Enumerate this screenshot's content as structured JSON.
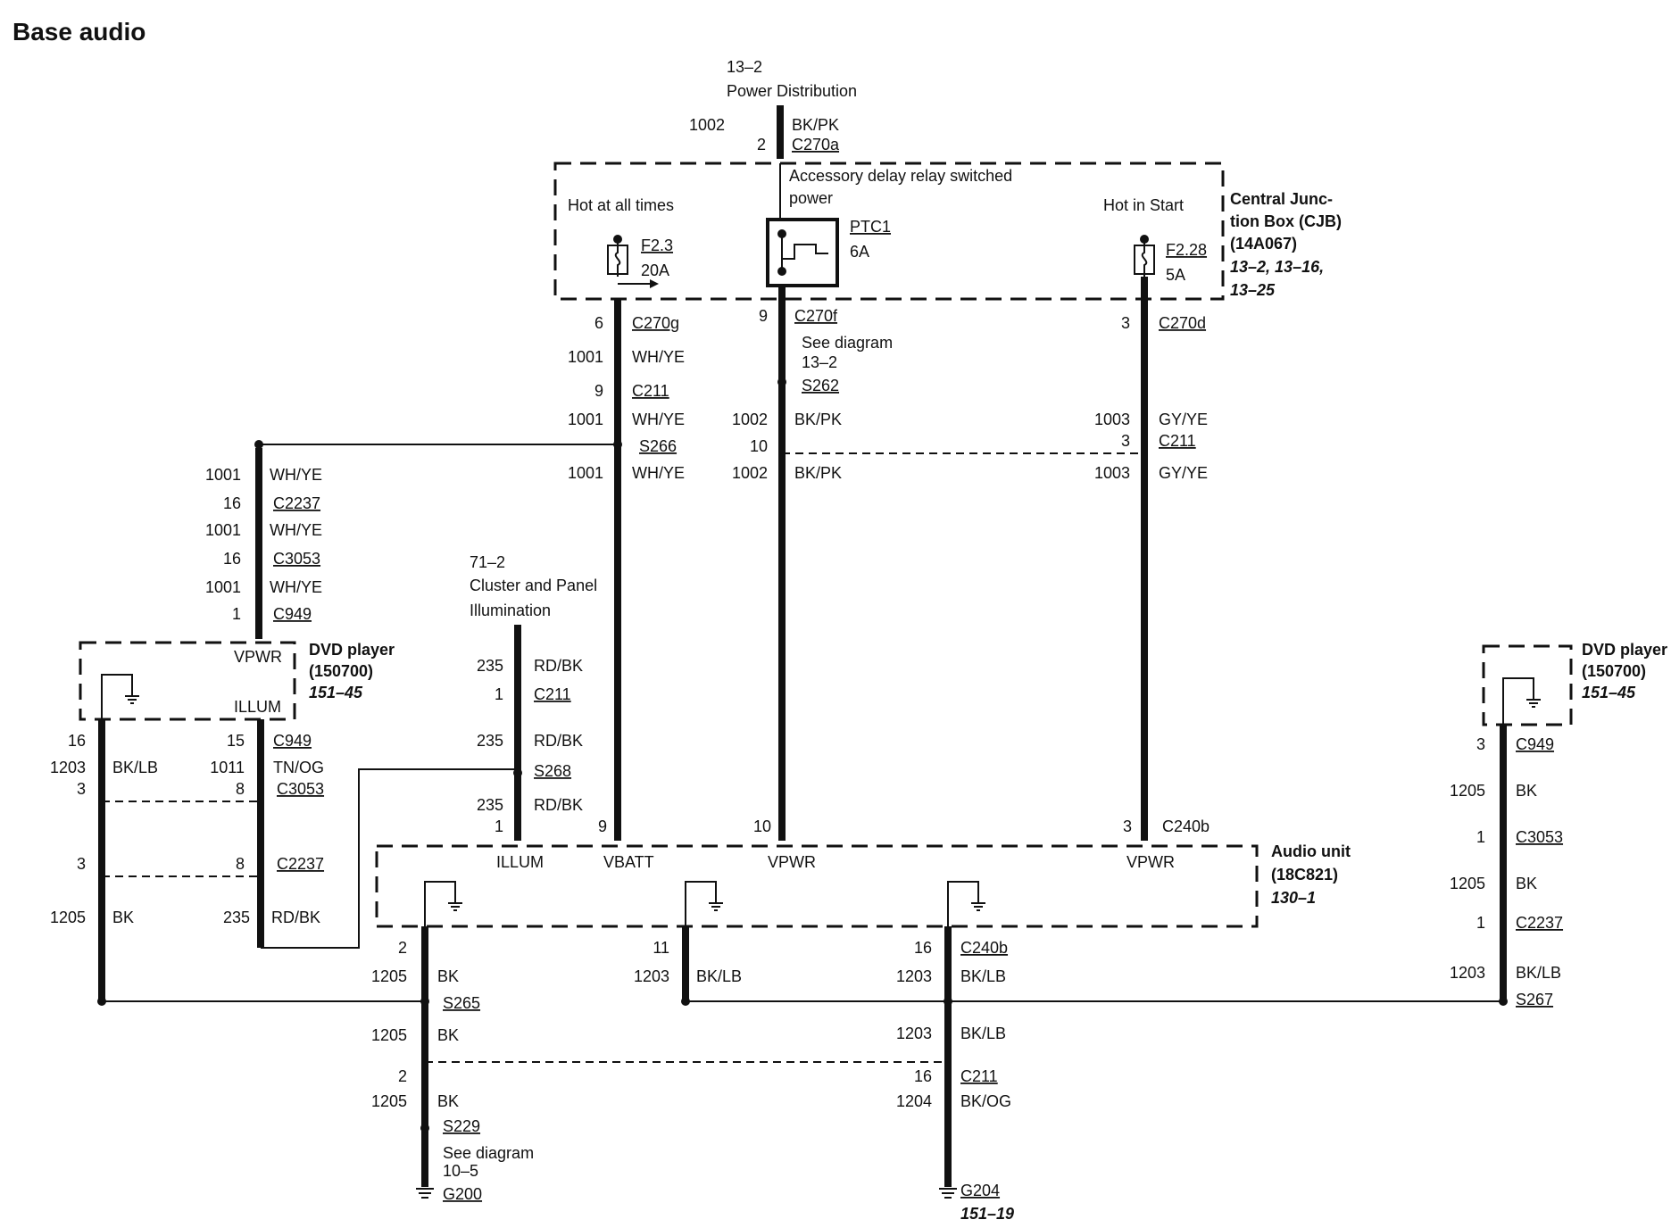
{
  "title": "Base audio",
  "power_source": {
    "ref": "13–2",
    "name": "Power Distribution",
    "circuit": "1002",
    "color": "BK/PK",
    "pin": "2",
    "connector": "C270a"
  },
  "cjb": {
    "name1": "Central Junc-",
    "name2": "tion Box (CJB)",
    "part": "(14A067)",
    "refs1": "13–2, 13–16,",
    "refs2": "13–25",
    "hot_all": "Hot at all times",
    "acc1": "Accessory delay relay switched",
    "acc2": "power",
    "hot_start": "Hot in Start",
    "fuse1": "F2.3",
    "fuse1_amp": "20A",
    "ptc": "PTC1",
    "ptc_amp": "6A",
    "fuse2": "F2.28",
    "fuse2_amp": "5A"
  },
  "col_a": {
    "pin1": "6",
    "conn1": "C270g",
    "circ1": "1001",
    "col1": "WH/YE",
    "pin2": "9",
    "conn2": "C211",
    "circ2": "1001",
    "col2": "WH/YE",
    "splice": "S266",
    "circ3": "1001",
    "col3": "WH/YE",
    "pin_unit": "9"
  },
  "col_b": {
    "pin1": "9",
    "conn1": "C270f",
    "see1": "See diagram",
    "see2": "13–2",
    "splice": "S262",
    "circ1": "1002",
    "col1": "BK/PK",
    "pin2": "10",
    "circ2": "1002",
    "col2": "BK/PK",
    "pin_unit": "10"
  },
  "col_c": {
    "pin1": "3",
    "conn1": "C270d",
    "circ1": "1003",
    "col1": "GY/YE",
    "pin2": "3",
    "conn2": "C211",
    "circ2": "1003",
    "col2": "GY/YE",
    "pin_unit": "3",
    "conn_unit": "C240b"
  },
  "illum": {
    "ref": "71–2",
    "name1": "Cluster and Panel",
    "name2": "Illumination",
    "circ1": "235",
    "col1": "RD/BK",
    "pin1": "1",
    "conn1": "C211",
    "circ2": "235",
    "col2": "RD/BK",
    "splice": "S268",
    "circ3": "235",
    "col3": "RD/BK",
    "pin_unit": "1"
  },
  "audio_unit": {
    "name": "Audio unit",
    "part": "(18C821)",
    "ref": "130–1",
    "pin_illum": "ILLUM",
    "pin_vbatt": "VBATT",
    "pin_vpwr1": "VPWR",
    "pin_vpwr2": "VPWR"
  },
  "dvd_left": {
    "name": "DVD player",
    "part": "(150700)",
    "ref": "151–45",
    "vpwr": "VPWR",
    "illum": "ILLUM",
    "circ_a": "1001",
    "col_a": "WH/YE",
    "pin_a": "16",
    "conn_a": "C2237",
    "circ_b": "1001",
    "col_b": "WH/YE",
    "pin_b": "16",
    "conn_b": "C3053",
    "circ_c": "1001",
    "col_c": "WH/YE",
    "pin_c": "1",
    "conn_c": "C949",
    "g_pin1": "16",
    "g_circ": "1203",
    "g_col": "BK/LB",
    "g_pin2": "3",
    "g_pin3": "3",
    "g_circ2": "1205",
    "g_col2": "BK",
    "i_pin1": "15",
    "i_conn1": "C949",
    "i_circ1": "1011",
    "i_col1": "TN/OG",
    "i_pin2": "8",
    "i_conn2": "C3053",
    "i_pin3": "8",
    "i_conn3": "C2237",
    "i_circ2": "235",
    "i_col2": "RD/BK"
  },
  "dvd_right": {
    "name": "DVD player",
    "part": "(150700)",
    "ref": "151–45",
    "pin1": "3",
    "conn1": "C949",
    "circ1": "1205",
    "col1": "BK",
    "pin2": "1",
    "conn2": "C3053",
    "circ2": "1205",
    "col2": "BK",
    "pin3": "1",
    "conn3": "C2237",
    "circ3": "1203",
    "col3": "BK/LB",
    "splice": "S267"
  },
  "grounds": {
    "g1_pin": "2",
    "g1_circ": "1205",
    "g1_col": "BK",
    "s265": "S265",
    "g1_circ2": "1205",
    "g1_col2": "BK",
    "g1_pin2": "2",
    "g1_circ3": "1205",
    "g1_col3": "BK",
    "s229": "S229",
    "see1": "See diagram",
    "see2": "10–5",
    "g200": "G200",
    "g2_pin": "11",
    "g2_circ": "1203",
    "g2_col": "BK/LB",
    "g3_pin": "16",
    "g3_conn": "C240b",
    "g3_circ": "1203",
    "g3_col": "BK/LB",
    "g3_circ2": "1203",
    "g3_col2": "BK/LB",
    "g3_pin2": "16",
    "g3_conn2": "C211",
    "g3_circ3": "1204",
    "g3_col3": "BK/OG",
    "g204": "G204",
    "g204_ref": "151–19"
  }
}
